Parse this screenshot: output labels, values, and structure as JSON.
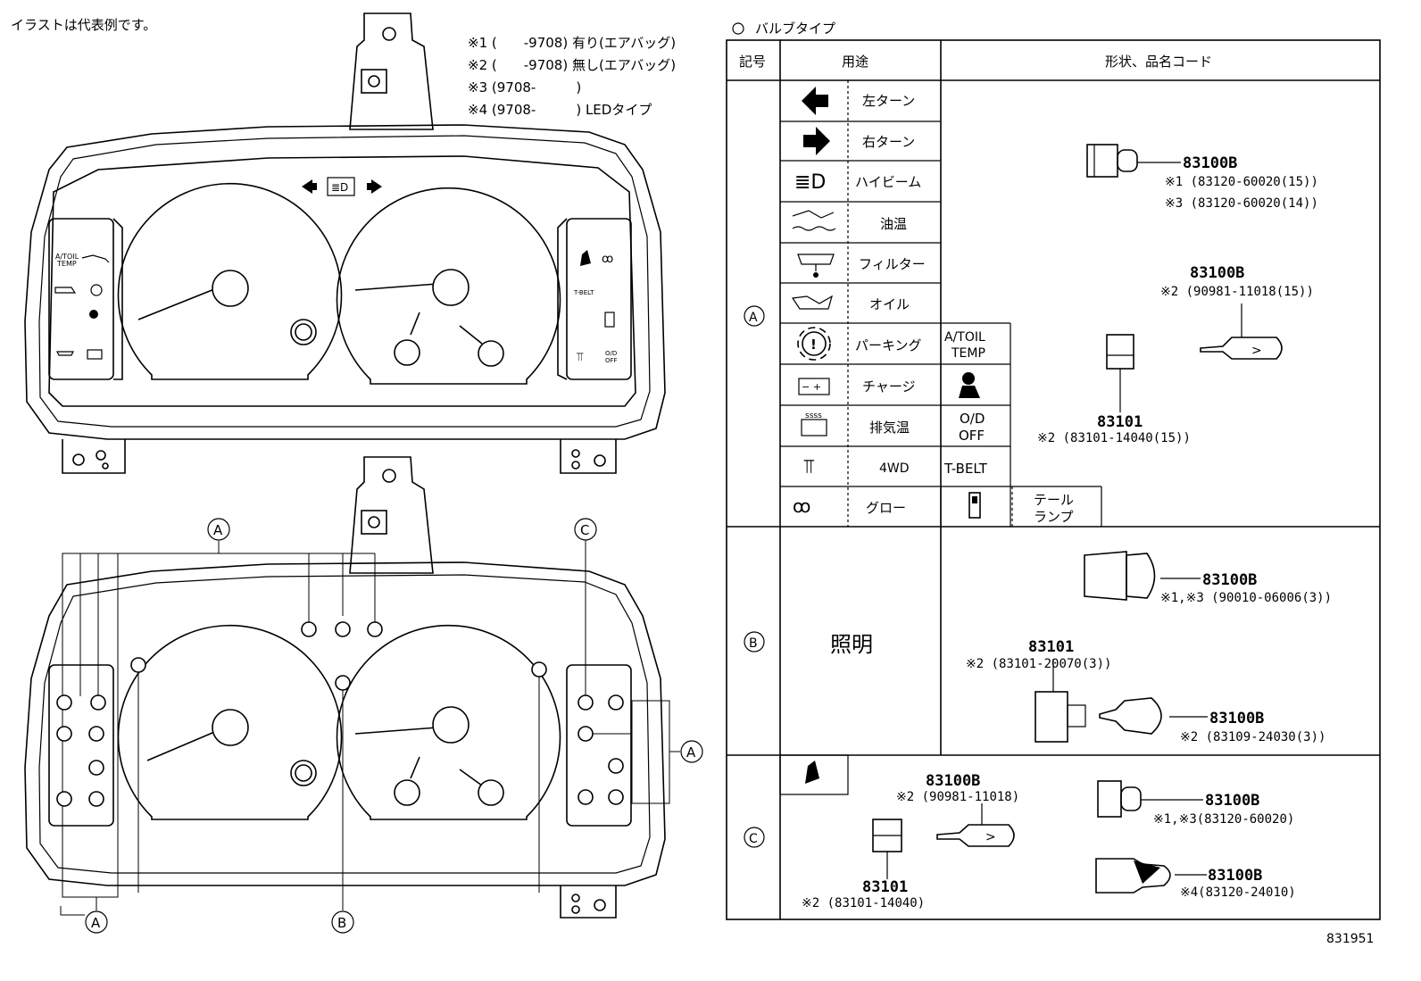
{
  "note": "イラストは代表例です。",
  "notes_legend": [
    "※1 (　　-9708) 有り(エアバッグ)",
    "※2 (　　-9708) 無し(エアバッグ)",
    "※3 (9708-　　　)",
    "※4 (9708-　　　) LEDタイプ"
  ],
  "table_title": "バルブタイプ",
  "table_headers": {
    "mark": "記号",
    "usage": "用途",
    "shape": "形状、品名コード"
  },
  "sections": {
    "A": {
      "letter": "A",
      "rows": [
        "左ターン",
        "右ターン",
        "ハイビーム",
        "油温",
        "フィルター",
        "オイル",
        "パーキング",
        "チャージ",
        "排気温",
        "4WD",
        "グロー"
      ],
      "extra": {
        "atoil": [
          "A/TOIL",
          "TEMP"
        ],
        "od": [
          "O/D",
          "OFF"
        ],
        "tbelt": "T-BELT",
        "tail": [
          "テール",
          "ランプ"
        ]
      },
      "parts": {
        "p1_code": "83100B",
        "p1_n1": "※1 (83120-60020(15))",
        "p1_n2": "※3 (83120-60020(14))",
        "p2_code": "83100B",
        "p2_n1": "※2 (90981-11018(15))",
        "p3_code": "83101",
        "p3_n1": "※2 (83101-14040(15))"
      }
    },
    "B": {
      "letter": "B",
      "usage": "照明",
      "parts": {
        "p1_code": "83100B",
        "p1_n1": "※1,※3 (90010-06006(3))",
        "p2_code": "83101",
        "p2_n1": "※2 (83101-20070(3))",
        "p3_code": "83100B",
        "p3_n1": "※2 (83109-24030(3))"
      }
    },
    "C": {
      "letter": "C",
      "parts": {
        "p1_code": "83100B",
        "p1_n1": "※2 (90981-11018)",
        "p2_code": "83101",
        "p2_n1": "※2 (83101-14040)",
        "p3_code": "83100B",
        "p3_n1": "※1,※3(83120-60020)",
        "p4_code": "83100B",
        "p4_n1": "※4(83120-24010)"
      }
    }
  },
  "cluster_labels": {
    "atoil": "A/TOIL",
    "temp": "TEMP",
    "tbelt": "T-BELT",
    "od": "O/D",
    "off": "OFF"
  },
  "callouts": {
    "a": "A",
    "b": "B",
    "c": "C"
  },
  "figure_id": "831951"
}
